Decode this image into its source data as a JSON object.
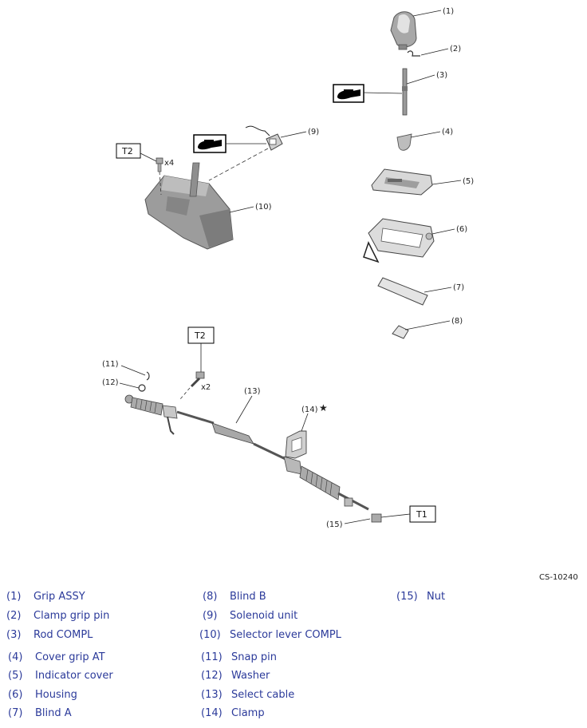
{
  "figure_code": "CS-10240",
  "torque_labels": {
    "t2_upper": "T2",
    "t2_lower": "T2",
    "t1": "T1"
  },
  "quantities": {
    "upper_bolts": "x4",
    "lower_bolts": "x2"
  },
  "star": "★",
  "callouts": [
    "(1)",
    "(2)",
    "(3)",
    "(4)",
    "(5)",
    "(6)",
    "(7)",
    "(8)",
    "(9)",
    "(10)",
    "(11)",
    "(12)",
    "(13)",
    "(14)",
    "(15)"
  ],
  "legend": [
    {
      "num": "(1)",
      "label": "Grip ASSY"
    },
    {
      "num": "(2)",
      "label": "Clamp grip pin"
    },
    {
      "num": "(3)",
      "label": "Rod COMPL"
    },
    {
      "num": "(4)",
      "label": "Cover grip AT"
    },
    {
      "num": "(5)",
      "label": "Indicator cover"
    },
    {
      "num": "(6)",
      "label": "Housing"
    },
    {
      "num": "(7)",
      "label": "Blind A"
    },
    {
      "num": "(8)",
      "label": "Blind B"
    },
    {
      "num": "(9)",
      "label": "Solenoid unit"
    },
    {
      "num": "(10)",
      "label": "Selector lever COMPL"
    },
    {
      "num": "(11)",
      "label": "Snap pin"
    },
    {
      "num": "(12)",
      "label": "Washer"
    },
    {
      "num": "(13)",
      "label": "Select cable"
    },
    {
      "num": "(14)",
      "label": "Clamp"
    },
    {
      "num": "(15)",
      "label": "Nut"
    }
  ]
}
